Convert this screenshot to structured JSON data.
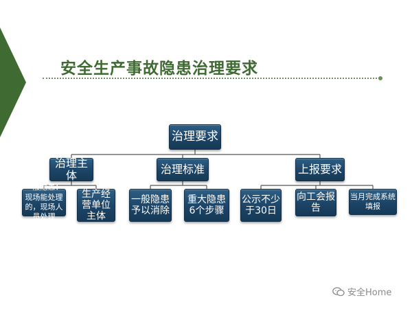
{
  "title": "安全生产事故隐患治理要求",
  "root": "治理要求",
  "branches": [
    {
      "label": "治理主体",
      "children": [
        "一般隐患：现场能处理的，现场人员处理",
        "生产经营单位主体"
      ]
    },
    {
      "label": "治理标准",
      "children": [
        "一般隐患予以消除",
        "重大隐患6个步骤"
      ]
    },
    {
      "label": "上报要求",
      "children": [
        "公示不少于30日",
        "向工会报告",
        "当月完成系统填报"
      ]
    }
  ],
  "watermark": "安全Home",
  "colors": {
    "title": "#3f6b33",
    "node": "#1c4466",
    "accent": "#3f6b33"
  }
}
